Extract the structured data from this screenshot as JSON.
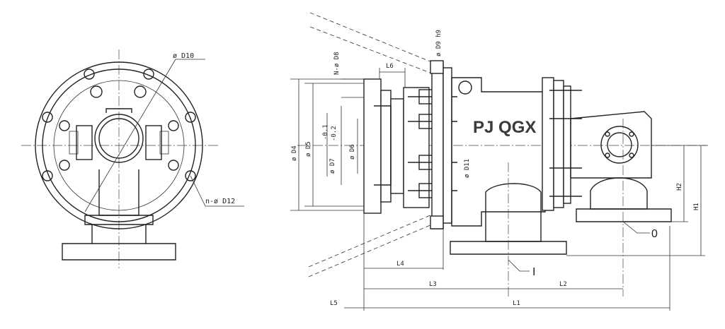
{
  "title": "PJ QGX",
  "dimensions": {
    "d10": "ø D10",
    "n_d12": "n-ø D12",
    "n_d8": "N-ø D8",
    "d9": "ø D9 h9",
    "d4": "ø D4",
    "d5": "ø D5",
    "d6": "ø D6",
    "d7": "ø D7",
    "tol": "-0.1",
    "tol2": "-0.2",
    "d11": "ø D11",
    "l6": "L6",
    "l4": "L4",
    "l3": "L3",
    "l2": "L2",
    "l5": "L5",
    "l1": "L1",
    "h1": "H1",
    "h2": "H2"
  },
  "callouts": {
    "zero": "0",
    "one": "I"
  }
}
